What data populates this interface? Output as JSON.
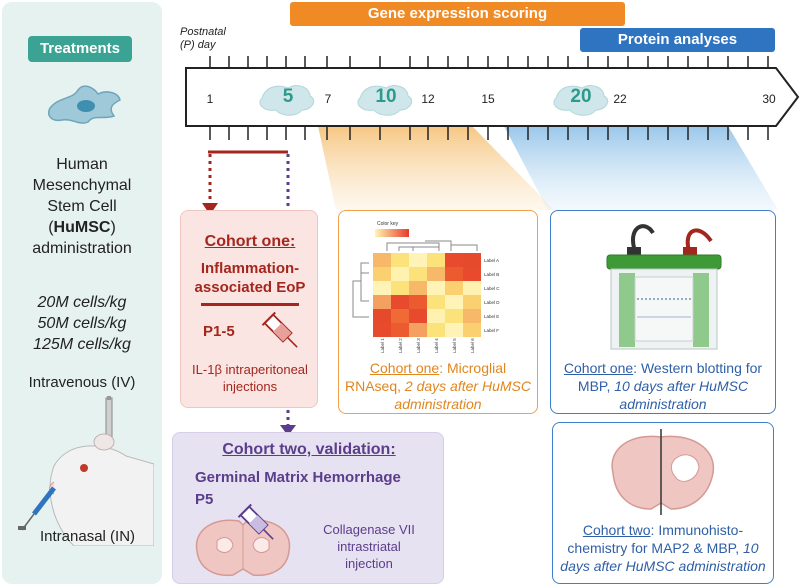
{
  "treatments": {
    "badge": "Treatments",
    "cell_line1": "Human",
    "cell_line2": "Mesenchymal",
    "cell_line3": "Stem Cell",
    "cell_abbr": "HuMSC",
    "cell_line5": "administration",
    "doses": [
      "20M cells/kg",
      "50M cells/kg",
      "125M cells/kg"
    ],
    "route_iv": "Intravenous (IV)",
    "route_in": "Intranasal (IN)"
  },
  "timeline": {
    "axis_title_line1": "Postnatal",
    "axis_title_line2": "(P) day",
    "ticks": [
      "1",
      "5",
      "7",
      "10",
      "12",
      "15",
      "20",
      "22",
      "30"
    ],
    "highlight_days": [
      "5",
      "10",
      "20"
    ]
  },
  "bars": {
    "gene_expression": "Gene expression scoring",
    "protein_analyses": "Protein analyses"
  },
  "cohort_one": {
    "title": "Cohort one:",
    "model_line1": "Inflammation-",
    "model_line2": "associated EoP",
    "days": "P1-5",
    "injection_line1": "IL-1β intraperitoneal",
    "injection_line2": "injections"
  },
  "cohort_two": {
    "title": "Cohort two, validation:",
    "model": "Germinal Matrix Hemorrhage",
    "day": "P5",
    "injection_line1": "Collagenase VII",
    "injection_line2": "intrastriatal",
    "injection_line3": "injection"
  },
  "rnaseq": {
    "heatmap_key": "Color key",
    "row_labels": [
      "Label A",
      "Label B",
      "Label C",
      "Label D",
      "Label E",
      "Label F"
    ],
    "col_labels": [
      "Label 1",
      "Label 2",
      "Label 3",
      "Label 4",
      "Label 5",
      "Label 6"
    ],
    "cohort": "Cohort one",
    "text1": ": Microglial",
    "text2": "RNAseq, ",
    "text2_it": "2 days after HuMSC",
    "text3_it": "administration"
  },
  "western": {
    "cohort": "Cohort one",
    "text1": ": Western blotting for",
    "text2": "MBP, ",
    "text2_it": "10 days after HuMSC",
    "text3_it": "administration"
  },
  "ihc": {
    "cohort": "Cohort two",
    "text1": ": Immunohisto-",
    "text2": "chemistry for MAP2 & MBP, ",
    "text2_it": "10",
    "text3_it": "days after HuMSC administration"
  },
  "colors": {
    "teal": "#3aa394",
    "orange": "#f08a24",
    "blue": "#2f74c0",
    "cohort1_red": "#a3271e",
    "cohort2_purple": "#5b3d8c"
  }
}
